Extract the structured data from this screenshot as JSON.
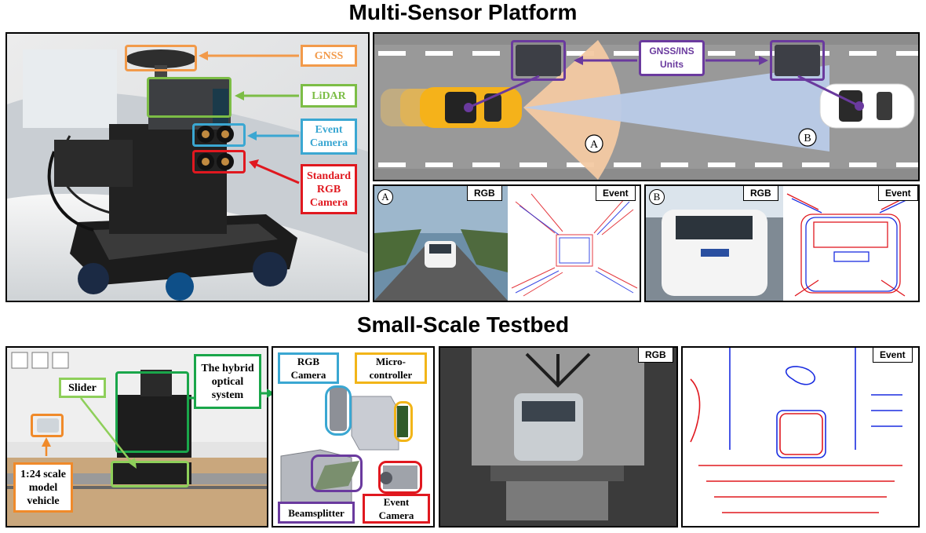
{
  "colors": {
    "gnss": "#f29a4a",
    "lidar": "#7cbd46",
    "event": "#3aa7d2",
    "rgb": "#e0181f",
    "ins": "#6a3a9e",
    "slider": "#8ecf5a",
    "hybrid": "#1aa64a",
    "micro": "#f2b518",
    "scale": "#f08a2a",
    "beam": "#6a3a9e",
    "event_red": "#e0181f",
    "event_blue": "#1a2de0"
  },
  "titles": {
    "platform": "Multi-Sensor Platform",
    "testbed": "Small-Scale Testbed"
  },
  "platform_photo": {
    "labels": {
      "gnss": "GNSS",
      "lidar": "LiDAR",
      "event": "Event Camera",
      "rgb": "Standard RGB Camera"
    }
  },
  "road_diagram": {
    "units_label": "GNSS/INS Units",
    "marker_a": "A",
    "marker_b": "B"
  },
  "views": {
    "a": {
      "marker": "A",
      "rgb": "RGB",
      "event": "Event"
    },
    "b": {
      "marker": "B",
      "rgb": "RGB",
      "event": "Event"
    }
  },
  "testbed_photo": {
    "labels": {
      "slider": "Slider",
      "hybrid": "The hybrid optical system",
      "scale": "1:24 scale model vehicle"
    }
  },
  "hybrid_diagram": {
    "labels": {
      "rgb": "RGB Camera",
      "micro": "Micro-controller",
      "beam": "Beamsplitter",
      "event": "Event Camera"
    }
  },
  "testbed_views": {
    "rgb": "RGB",
    "event": "Event"
  }
}
